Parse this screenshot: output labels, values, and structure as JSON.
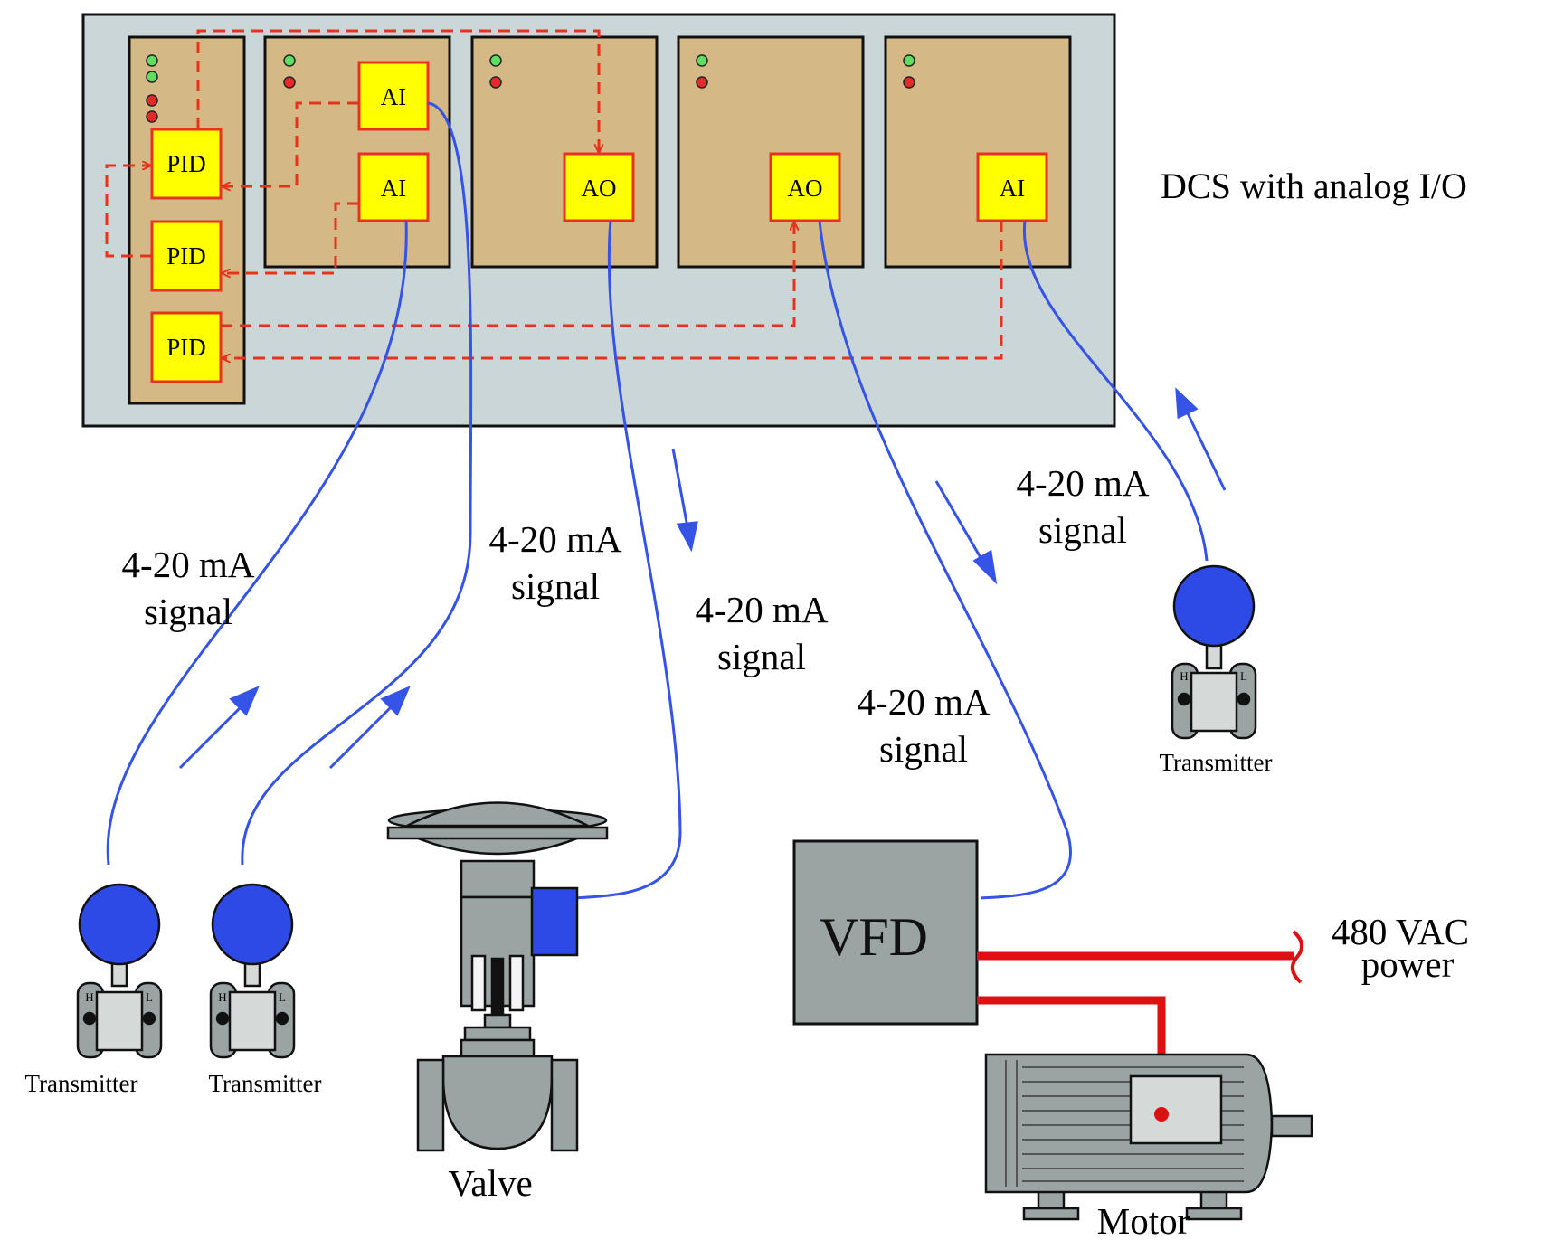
{
  "dcs": {
    "title": "DCS with analog I/O",
    "pid_blocks": [
      "PID",
      "PID",
      "PID"
    ],
    "io_card2": [
      "AI",
      "AI"
    ],
    "io_card3": "AO",
    "io_card4": "AO",
    "io_card5": "AI"
  },
  "signals": {
    "s1": [
      "4-20 mA",
      "signal"
    ],
    "s2": [
      "4-20 mA",
      "signal"
    ],
    "s3": [
      "4-20 mA",
      "signal"
    ],
    "s4": [
      "4-20 mA",
      "signal"
    ],
    "s5": [
      "4-20 mA",
      "signal"
    ]
  },
  "field": {
    "transmitter_1": "Transmitter",
    "transmitter_2": "Transmitter",
    "transmitter_3": "Transmitter",
    "high_port": "H",
    "low_port": "L",
    "valve": "Valve",
    "vfd": "VFD",
    "motor": "Motor",
    "power": [
      "480 VAC",
      "power"
    ]
  },
  "colors": {
    "panel": "#cbd6d8",
    "card": "#d4b886",
    "block_fill": "#ffff00",
    "block_border": "#e8331c",
    "signal_wire": "#3553e6",
    "power_wire": "#dd1111",
    "led_green": "#5ee05e",
    "led_red": "#e42a2a",
    "equipment_gray": "#9aa4a2"
  }
}
